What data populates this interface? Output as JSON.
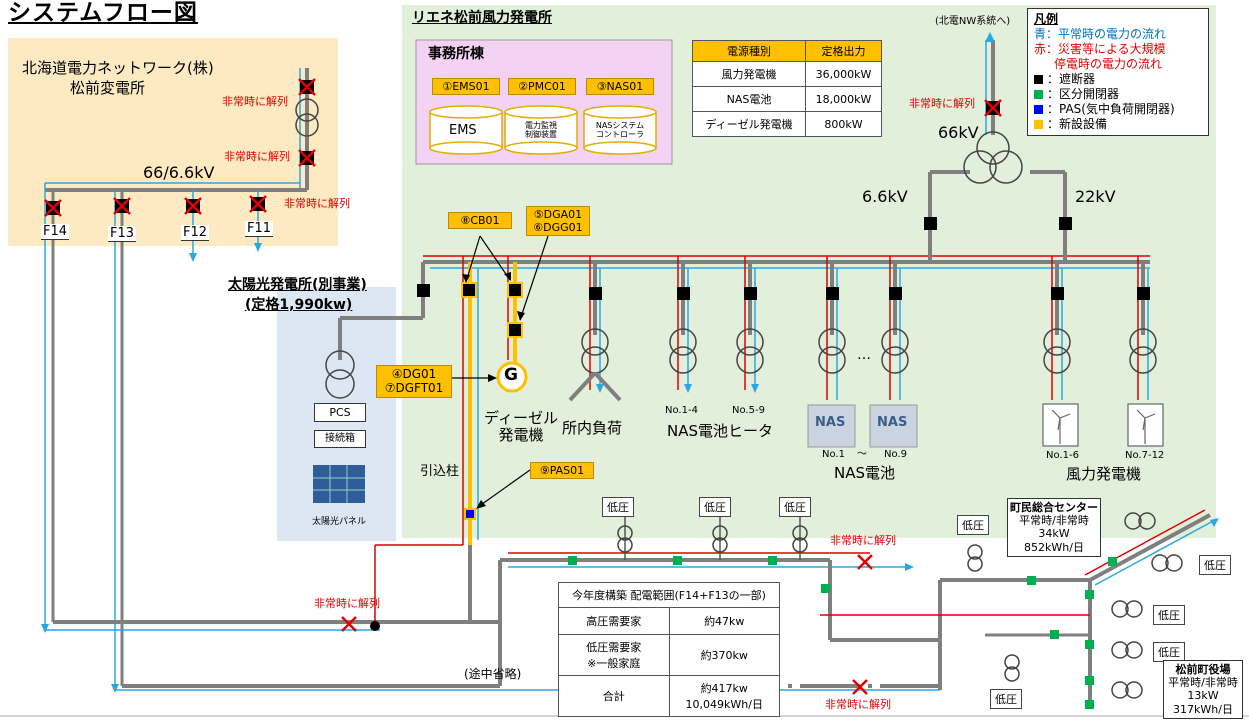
{
  "title": "システムフロー図",
  "hokuden": {
    "name1": "北海道電力ネットワーク(株)",
    "name2": "松前変電所",
    "voltage": "66/6.6kV"
  },
  "emergency_label": "非常時に解列",
  "feeders": [
    "F14",
    "F13",
    "F12",
    "F11"
  ],
  "plant": {
    "name": "リエネ松前風力発電所",
    "nw_label": "(北電NW系統へ)",
    "v66": "66kV",
    "v66b": "6.6kV",
    "v22": "22kV"
  },
  "office": {
    "name": "事務所棟",
    "tags": [
      "①EMS01",
      "②PMC01",
      "③NAS01"
    ],
    "devices": [
      "EMS",
      "電力監視\n制御装置",
      "NASシステム\nコントローラ"
    ]
  },
  "capacity_table": {
    "header": [
      "電源種別",
      "定格出力"
    ],
    "rows": [
      [
        "風力発電機",
        "36,000kW"
      ],
      [
        "NAS電池",
        "18,000kW"
      ],
      [
        "ディーゼル発電機",
        "800kW"
      ]
    ]
  },
  "legend": {
    "title": "凡例",
    "blue_line": "青：平常時の電力の流れ",
    "red_line1": "赤：災害等による大規模",
    "red_line2": "停電時の電力の流れ",
    "items": [
      {
        "label": "：遮断器",
        "color": "#000000"
      },
      {
        "label": "：区分開閉器",
        "color": "#00b050"
      },
      {
        "label": "：PAS(気中負荷開閉器)",
        "color": "#0000ff"
      },
      {
        "label": "：新設設備",
        "color": "#ffc000"
      }
    ]
  },
  "solar": {
    "name": "太陽光発電所(別事業)",
    "rating": "(定格1,990kw)",
    "pcs": "PCS",
    "junction": "接続箱",
    "panel": "太陽光パネル"
  },
  "tags": {
    "cb": "⑧CB01",
    "dga": "⑤DGA01\n⑥DGG01",
    "dg": "④DG01\n⑦DGFT01",
    "pas": "⑨PAS01"
  },
  "labels": {
    "generator": "G",
    "diesel": "ディーゼル\n発電機",
    "hikikomi": "引込柱",
    "house_load": "所内負荷",
    "nas_heater": "NAS電池ヒータ",
    "no14": "No.1-4",
    "no59": "No.5-9",
    "nas_battery": "NAS電池",
    "nas_no1": "No.1",
    "nas_tilde": "～",
    "nas_no9": "No.9",
    "nas_mark": "NAS",
    "dots": "…",
    "wind": "風力発電機",
    "wind16": "No.1-6",
    "wind712": "No.7-12",
    "omitted": "(途中省略)"
  },
  "dist_table": {
    "header": "今年度構築 配電範囲(F14+F13の一部)",
    "rows": [
      [
        "高圧需要家",
        "約47kw"
      ],
      [
        "低圧需要家\n※一般家庭",
        "約370kw"
      ],
      [
        "合計",
        "約417kw\n10,049kWh/日"
      ]
    ]
  },
  "low_voltage": "低圧",
  "community_center": {
    "name": "町民総合センター",
    "mode": "平常時/非常時",
    "kw": "34kW",
    "kwh": "852kWh/日"
  },
  "town_hall": {
    "name": "松前町役場",
    "mode": "平常時/非常時",
    "kw": "13kW",
    "kwh": "317kWh/日"
  }
}
